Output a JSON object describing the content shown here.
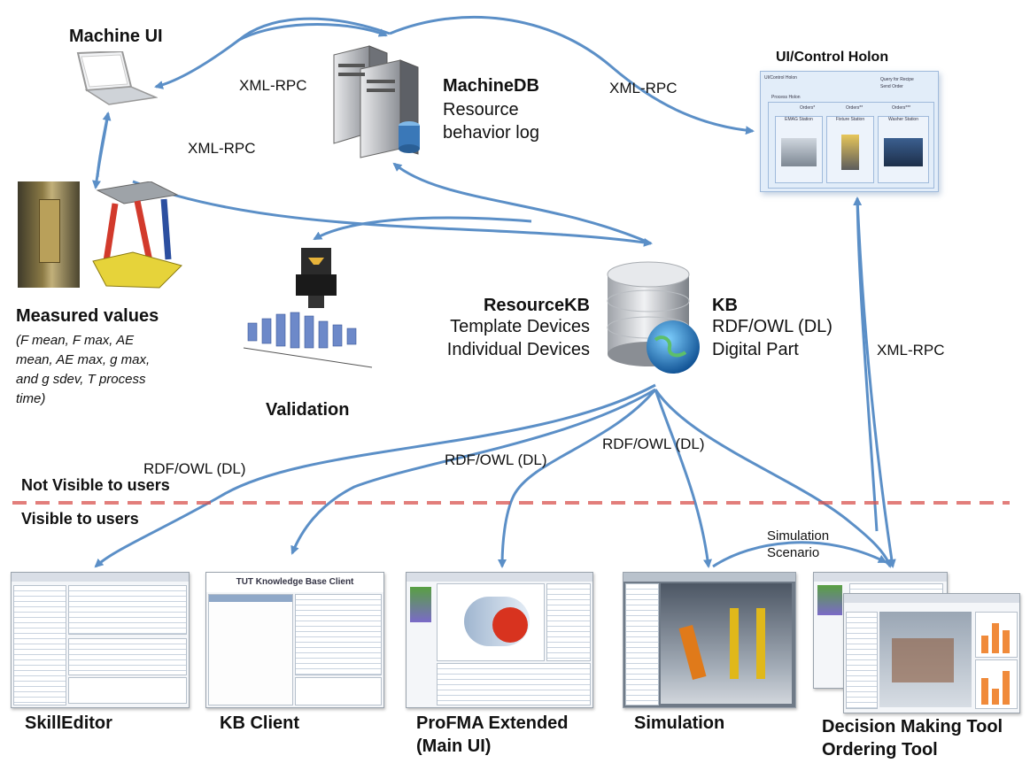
{
  "nodes": {
    "machine_ui": {
      "title": "Machine UI"
    },
    "machinedb": {
      "title": "MachineDB",
      "lines": [
        "Resource",
        "behavior log"
      ]
    },
    "ui_control_holon": {
      "title": "UI/Control Holon",
      "inner": {
        "header": "UI/Control Holon",
        "query": "Query for Recipe",
        "send": "Send Order",
        "process": "Process Holon",
        "orders": [
          "Orders*",
          "Orders**",
          "Orders***"
        ],
        "cells": [
          "EMAG Station",
          "Fixture Station",
          "Washer Station"
        ]
      }
    },
    "measured": {
      "title": "Measured values",
      "lines": [
        "(F mean, F max, AE",
        "mean, AE max, g max,",
        "and g sdev, T process",
        "time)"
      ]
    },
    "validation": {
      "title": "Validation"
    },
    "resourcekb": {
      "title": "ResourceKB",
      "lines": [
        "Template Devices",
        "Individual Devices"
      ]
    },
    "kb": {
      "title": "KB",
      "lines": [
        "RDF/OWL (DL)",
        "Digital Part"
      ]
    }
  },
  "edge_labels": {
    "xmlrpc_1": "XML-RPC",
    "xmlrpc_2": "XML-RPC",
    "xmlrpc_3": "XML-RPC",
    "xmlrpc_4": "XML-RPC",
    "rdf_1": "RDF/OWL (DL)",
    "rdf_2": "RDF/OWL (DL)",
    "rdf_3": "RDF/OWL (DL)",
    "sim_line1": "Simulation",
    "sim_line2": "Scenario"
  },
  "divider": {
    "above": "Not Visible to users",
    "below": "Visible to users"
  },
  "tools": [
    {
      "name": "SkillEditor"
    },
    {
      "name": "KB Client",
      "window_title": "TUT Knowledge Base Client"
    },
    {
      "name_line1": "ProFMA  Extended",
      "name_line2": "(Main UI)"
    },
    {
      "name": "Simulation"
    },
    {
      "name_line1": "Decision Making Tool",
      "name_line2": "Ordering Tool"
    }
  ],
  "colors": {
    "arrow": "#5b8fc7",
    "divider": "#d9534f",
    "holon_bg": "#e2edf9"
  }
}
